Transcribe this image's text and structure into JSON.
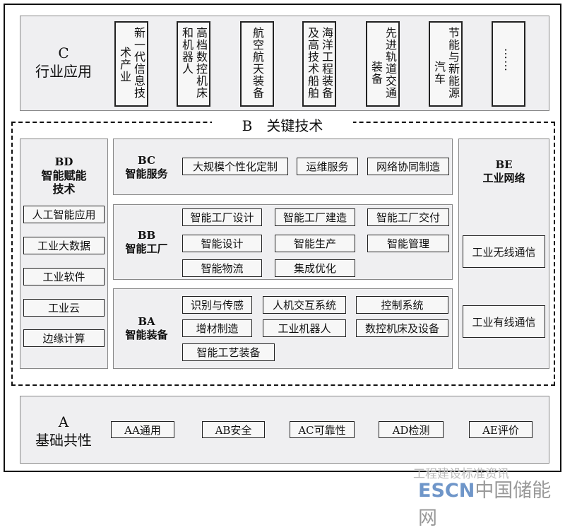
{
  "layer_c": {
    "code": "C",
    "title": "行业应用",
    "items": [
      [
        "新一代信息技",
        "术产业"
      ],
      [
        "高档数控机床",
        "和机器人"
      ],
      [
        "航空航天装备"
      ],
      [
        "海洋工程装备",
        "及高技术船舶"
      ],
      [
        "先进轨道交通",
        "装备"
      ],
      [
        "节能与新能源",
        "汽车"
      ],
      [
        "……"
      ]
    ]
  },
  "layer_b": {
    "title": "B　关键技术",
    "bd": {
      "code": "BD",
      "title": "智能赋能技术",
      "items": [
        "人工智能应用",
        "工业大数据",
        "工业软件",
        "工业云",
        "边缘计算"
      ]
    },
    "bc": {
      "code": "BC",
      "title": "智能服务",
      "items": [
        "大规模个性化定制",
        "运维服务",
        "网络协同制造"
      ]
    },
    "bb": {
      "code": "BB",
      "title": "智能工厂",
      "items": [
        "智能工厂设计",
        "智能工厂建造",
        "智能工厂交付",
        "智能设计",
        "智能生产",
        "智能管理",
        "智能物流",
        "集成优化"
      ]
    },
    "ba": {
      "code": "BA",
      "title": "智能装备",
      "items": [
        "识别与传感",
        "人机交互系统",
        "控制系统",
        "增材制造",
        "工业机器人",
        "数控机床及设备",
        "智能工艺装备"
      ]
    },
    "be": {
      "code": "BE",
      "title": "工业网络",
      "items": [
        "工业无线通信",
        "工业有线通信"
      ]
    }
  },
  "layer_a": {
    "code": "A",
    "title": "基础共性",
    "items": [
      "AA通用",
      "AB安全",
      "AC可靠性",
      "AD检测",
      "AE评价"
    ]
  },
  "watermark": {
    "line1": "工程建设标准资讯",
    "brand": "ESCN",
    "brand_cn": "中国储能网"
  }
}
